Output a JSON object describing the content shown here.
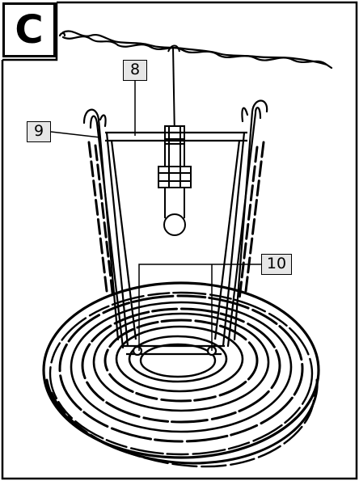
{
  "figure": {
    "step_label": "C",
    "callouts": {
      "part_8": "8",
      "part_9": "9",
      "part_10": "10"
    }
  },
  "colors": {
    "ink": "#000000",
    "callout_fill": "#e6e6e6",
    "background": "#ffffff"
  }
}
